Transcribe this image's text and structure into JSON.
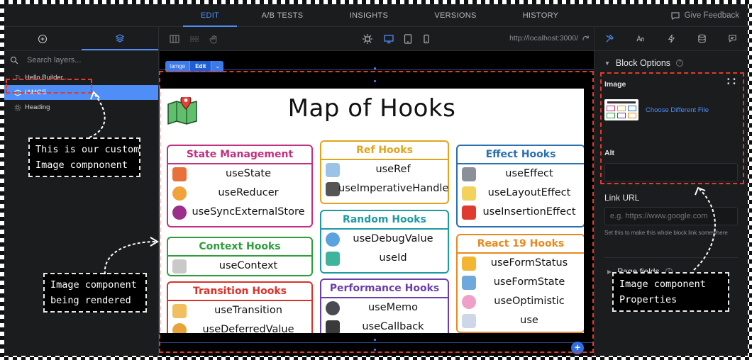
{
  "topnav": {
    "tabs": [
      "EDIT",
      "A/B TESTS",
      "INSIGHTS",
      "VERSIONS",
      "HISTORY"
    ],
    "feedback": "Give Feedback"
  },
  "left": {
    "search_placeholder": "Search layers...",
    "layers": [
      {
        "icon": "Tr",
        "label": "Hello Builder ..."
      },
      {
        "icon": "img",
        "label": "IAMGE"
      },
      {
        "icon": "gear",
        "label": "Heading"
      }
    ]
  },
  "center": {
    "url": "http://localhost:3000/",
    "element_tag": {
      "name": "Iamge",
      "edit": "Edit",
      "chevron": "⌄"
    },
    "add": "+"
  },
  "map": {
    "title": "Map of Hooks",
    "boxes": [
      {
        "title": "State Management",
        "color": "#c2317f",
        "items": [
          "useState",
          "useReducer",
          "useSyncExternalStore"
        ]
      },
      {
        "title": "Context Hooks",
        "color": "#2f9e3a",
        "items": [
          "useContext"
        ]
      },
      {
        "title": "Transition Hooks",
        "color": "#d8332b",
        "items": [
          "useTransition",
          "useDeferredValue"
        ]
      },
      {
        "title": "Ref Hooks",
        "color": "#e0a51b",
        "items": [
          "useRef",
          "useImperativeHandle"
        ]
      },
      {
        "title": "Random Hooks",
        "color": "#1e9aa0",
        "items": [
          "useDebugValue",
          "useId"
        ]
      },
      {
        "title": "Performance Hooks",
        "color": "#6b3fa8",
        "items": [
          "useMemo",
          "useCallback"
        ]
      },
      {
        "title": "Effect Hooks",
        "color": "#2a6fb0",
        "items": [
          "useEffect",
          "useLayoutEffect",
          "useInsertionEffect"
        ]
      },
      {
        "title": "React 19 Hooks",
        "color": "#e8891f",
        "items": [
          "useFormStatus",
          "useFormState",
          "useOptimistic",
          "use"
        ]
      }
    ]
  },
  "right": {
    "section_title": "Block Options",
    "image_label": "Image",
    "choose_file": "Choose Different File",
    "alt_label": "Alt",
    "alt_value": "",
    "link_label": "Link URL",
    "link_placeholder": "e.g. https://www.google.com",
    "link_hint": "Set this to make this whole block link somewhere",
    "page_fields": "Page fields"
  },
  "annotations": {
    "custom_component": "This is our custom\nImage compnonent",
    "being_rendered": "Image component\nbeing rendered",
    "properties": "Image component\nProperties"
  },
  "colors": {
    "accent": "#4f8df7",
    "annotation_red": "#e23a2c"
  }
}
